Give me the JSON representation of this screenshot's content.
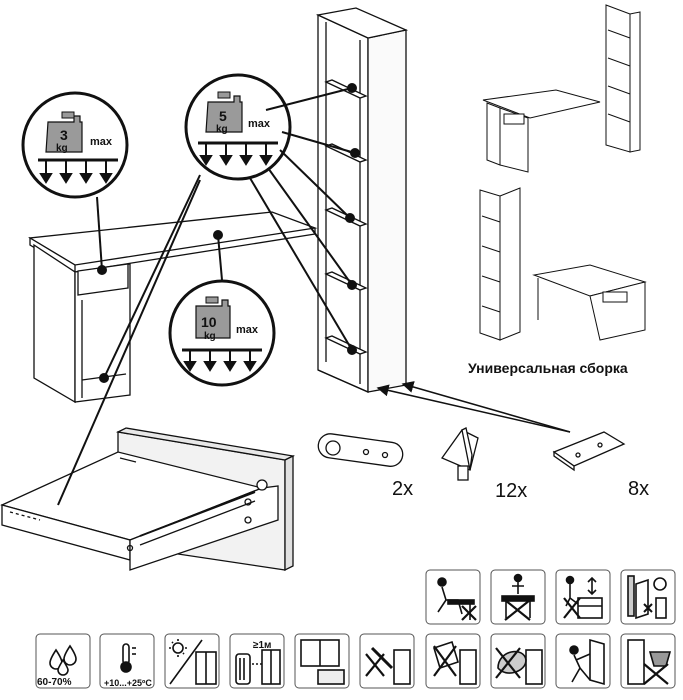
{
  "weights": {
    "drawer": {
      "value": "3",
      "unit": "kg",
      "max": "max"
    },
    "shelf": {
      "value": "5",
      "unit": "kg",
      "max": "max"
    },
    "desk": {
      "value": "10",
      "unit": "kg",
      "max": "max"
    }
  },
  "caption": "Универсальная сборка",
  "hardware": [
    {
      "name": "connector-plate",
      "qty": "2x"
    },
    {
      "name": "corner-bracket",
      "qty": "12x"
    },
    {
      "name": "mounting-plate",
      "qty": "8x"
    }
  ],
  "conditions": {
    "humidity": "60-70%",
    "temperature": "+10...+25ºC",
    "distance": "≥1м"
  },
  "icons": [
    "do-not-sit-on-desk-icon",
    "do-not-climb-icon",
    "do-not-stand-on-drawer-icon",
    "wall-mounting-icon",
    "humidity-icon",
    "temperature-icon",
    "no-direct-sunlight-icon",
    "heater-distance-icon",
    "room-placement-icon",
    "no-wet-cleaning-icon",
    "no-abrasive-cleaning-icon",
    "no-solvents-icon",
    "do-not-tip-over-icon",
    "no-heavy-objects-icon"
  ],
  "colors": {
    "line": "#111111",
    "badge": "#9a9a9a",
    "panel": "#f2f2f2"
  }
}
